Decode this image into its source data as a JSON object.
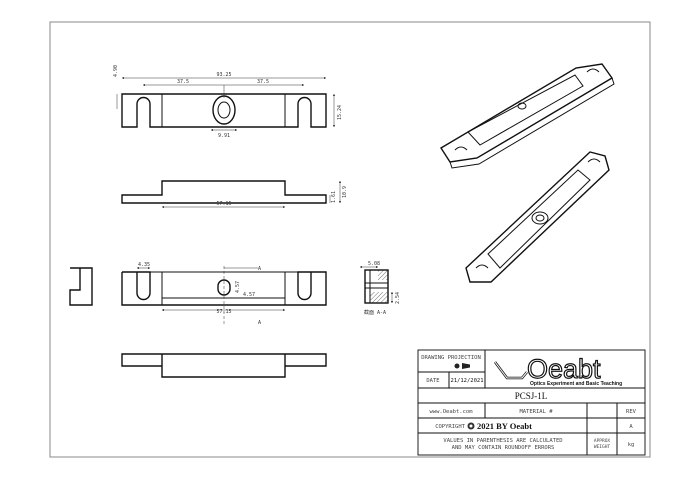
{
  "drawing": {
    "dimensions": {
      "overall_length": "93.25",
      "pitch_left": "37.5",
      "pitch_right": "37.5",
      "edge_to_slot": "4.90",
      "width": "15.24",
      "hole_width": "9.91",
      "raised_length_side": "57.15",
      "height": "10.9",
      "flange_thickness": "1.61",
      "slot_width": "4.35",
      "slot_hole_height": "4.57",
      "slot_hole_depth": "4.57",
      "raised_length_front": "57.15",
      "section_marker": "A",
      "section_width": "5.08",
      "section_height": "2.54"
    },
    "section_label": "截面 A-A"
  },
  "title_block": {
    "drawing_projection_label": "DRAWING PROJECTION",
    "date_label": "DATE",
    "date_value": "21/12/2021",
    "logo_text": "Oeabt",
    "logo_subtitle": "Optics Experiment and Basic Teaching",
    "part_number": "PCSJ-1L",
    "website": "www.Oeabt.com",
    "material_label": "MATERIAL #",
    "rev_label": "REV",
    "copyright_label": "COPYRIGHT",
    "copyright_text": "2021 BY Oeabt",
    "rev_value": "A",
    "note_line1": "VALUES IN PARENTHESIS ARE CALCULATED",
    "note_line2": "AND MAY CONTAIN ROUNDOFF ERRORS",
    "weight_label_1": "APPROX",
    "weight_label_2": "WEIGHT",
    "weight_unit": "kg"
  }
}
